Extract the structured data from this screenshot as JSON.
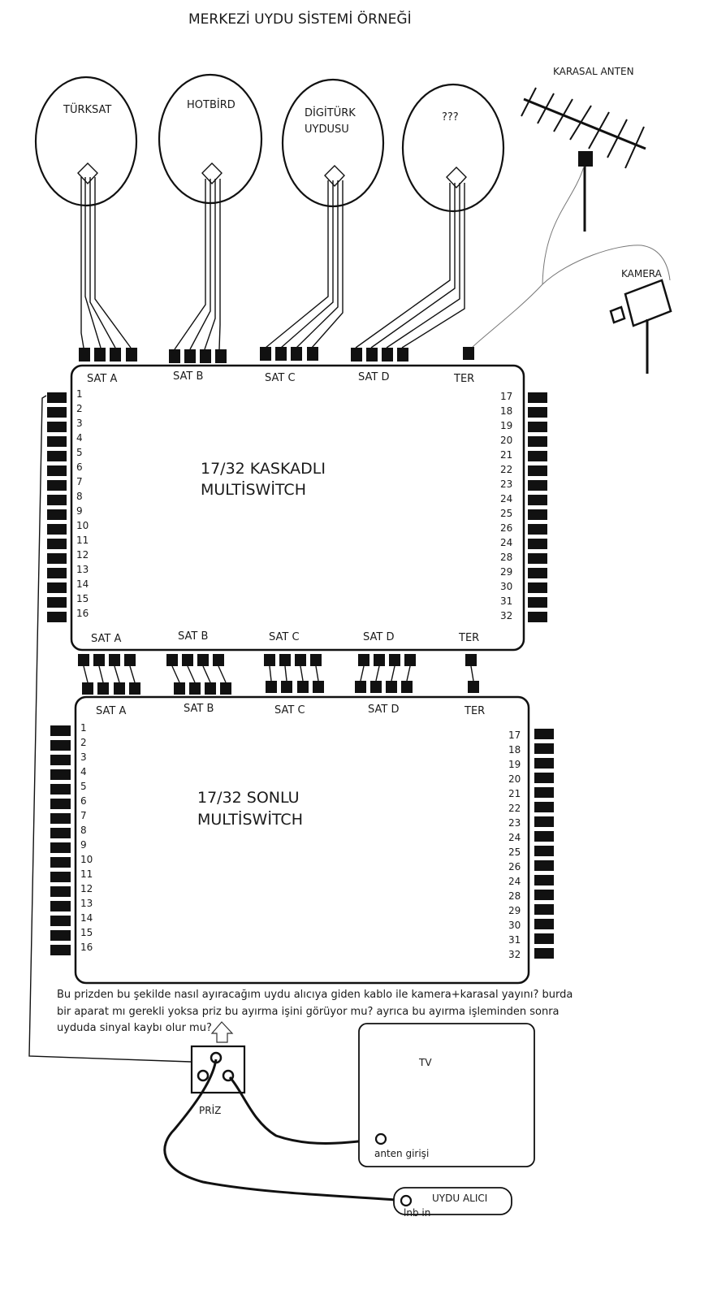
{
  "title": "MERKEZİ UYDU SİSTEMİ ÖRNEĞİ",
  "dishes": [
    "TÜRKSAT",
    "HOTBİRD",
    "DİGİTÜRK",
    "UYDUSU",
    "???"
  ],
  "antenna_label": "KARASAL ANTEN",
  "camera_label": "KAMERA",
  "port_labels": {
    "sat_a": "SAT A",
    "sat_b": "SAT B",
    "sat_c": "SAT C",
    "sat_d": "SAT D",
    "ter": "TER"
  },
  "switch1": {
    "line1": "17/32 KASKADLI",
    "line2": "MULTİSWİTCH",
    "left_numbers": [
      "1",
      "2",
      "3",
      "4",
      "5",
      "6",
      "7",
      "8",
      "9",
      "10",
      "11",
      "12",
      "13",
      "14",
      "15",
      "16"
    ],
    "right_numbers": [
      "17",
      "18",
      "19",
      "20",
      "21",
      "22",
      "23",
      "24",
      "25",
      "26",
      "24",
      "28",
      "29",
      "30",
      "31",
      "32"
    ]
  },
  "switch2": {
    "line1": "17/32 SONLU",
    "line2": "MULTİSWİTCH",
    "left_numbers": [
      "1",
      "2",
      "3",
      "4",
      "5",
      "6",
      "7",
      "8",
      "9",
      "10",
      "11",
      "12",
      "13",
      "14",
      "15",
      "16"
    ],
    "right_numbers": [
      "17",
      "18",
      "19",
      "20",
      "21",
      "22",
      "23",
      "24",
      "25",
      "26",
      "24",
      "28",
      "29",
      "30",
      "31",
      "32"
    ]
  },
  "question": {
    "line1": "Bu prizden bu şekilde nasıl ayıracağım uydu alıcıya giden kablo ile kamera+karasal yayını? burda",
    "line2": "bir aparat mı gerekli yoksa priz bu ayırma işini görüyor mu? ayrıca bu ayırma işleminden sonra",
    "line3": "uyduda sinyal kaybı olur mu?",
    "color": "#e8201a"
  },
  "outlet_label": "PRİZ",
  "tv": {
    "label": "TV",
    "input_label": "anten girişi"
  },
  "receiver": {
    "label": "UYDU ALICI",
    "input_label": "lnb in"
  }
}
